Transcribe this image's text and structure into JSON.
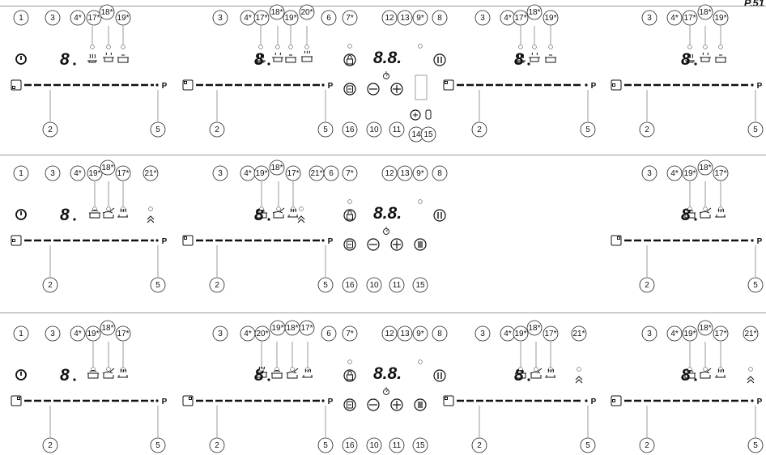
{
  "figure": {
    "corner_label": "P.51"
  },
  "panels": [
    {
      "zones": [
        {
          "digit": "8",
          "tops": [
            "1",
            "3",
            "4*",
            "17*",
            "18*",
            "19*"
          ],
          "bottoms": [
            "2",
            "5"
          ],
          "icons": [
            "pot-icon",
            "sauce-icon",
            "pan-icon"
          ]
        },
        {
          "digit": "8",
          "tops": [
            "3",
            "4*",
            "17*",
            "18*",
            "19*",
            "20*"
          ],
          "bottoms": [
            "2",
            "5"
          ],
          "icons": [
            "pot-icon",
            "sauce-icon",
            "pan-icon",
            "grill-pan-icon"
          ]
        },
        {
          "digit": "8",
          "tops": [
            "3",
            "4*",
            "17*",
            "18*",
            "19*"
          ],
          "bottoms": [
            "2",
            "5"
          ],
          "icons": [
            "pot-icon",
            "sauce-icon",
            "pan-icon"
          ]
        },
        {
          "digit": "8",
          "tops": [
            "3",
            "4*",
            "17*",
            "18*",
            "19*"
          ],
          "bottoms": [
            "2",
            "5"
          ],
          "icons": [
            "pot-icon",
            "sauce-icon",
            "pan-icon"
          ]
        }
      ],
      "center": {
        "tops": [
          "6",
          "7*",
          "12",
          "13",
          "9*",
          "8"
        ],
        "display": "8.8.",
        "bottoms": [
          "16",
          "10",
          "11",
          "14",
          "15"
        ]
      }
    },
    {
      "zones": [
        {
          "digit": "8",
          "tops": [
            "1",
            "3",
            "4*",
            "19*",
            "18*",
            "17*",
            "21*"
          ],
          "bottoms": [
            "2",
            "5"
          ]
        },
        {
          "digit": "8",
          "tops": [
            "3",
            "4*",
            "19*",
            "18*",
            "17*",
            "21*"
          ],
          "bottoms": [
            "2",
            "5"
          ]
        },
        {
          "digit": "8",
          "tops": [
            "3",
            "4*",
            "19*",
            "18*",
            "17*"
          ],
          "bottoms": [
            "2",
            "5"
          ]
        }
      ],
      "center": {
        "tops": [
          "6",
          "7*",
          "12",
          "13",
          "9*",
          "8"
        ],
        "display": "8.8.",
        "bottoms": [
          "16",
          "10",
          "11",
          "15"
        ]
      }
    },
    {
      "zones": [
        {
          "digit": "8",
          "tops": [
            "1",
            "3",
            "4*",
            "19*",
            "18*",
            "17*"
          ],
          "bottoms": [
            "2",
            "5"
          ]
        },
        {
          "digit": "8",
          "tops": [
            "3",
            "4*",
            "20*",
            "19*",
            "18*",
            "17*"
          ],
          "bottoms": [
            "2",
            "5"
          ]
        },
        {
          "digit": "8",
          "tops": [
            "3",
            "4*",
            "19*",
            "18*",
            "17*",
            "21*"
          ],
          "bottoms": [
            "2",
            "5"
          ]
        },
        {
          "digit": "8",
          "tops": [
            "3",
            "4*",
            "19*",
            "18*",
            "17*",
            "21*"
          ],
          "bottoms": [
            "2",
            "5"
          ]
        }
      ],
      "center": {
        "tops": [
          "6",
          "7*",
          "12",
          "13",
          "9*",
          "8"
        ],
        "display": "8.8.",
        "bottoms": [
          "16",
          "10",
          "11",
          "15"
        ]
      }
    }
  ],
  "slider_end_label": "P"
}
